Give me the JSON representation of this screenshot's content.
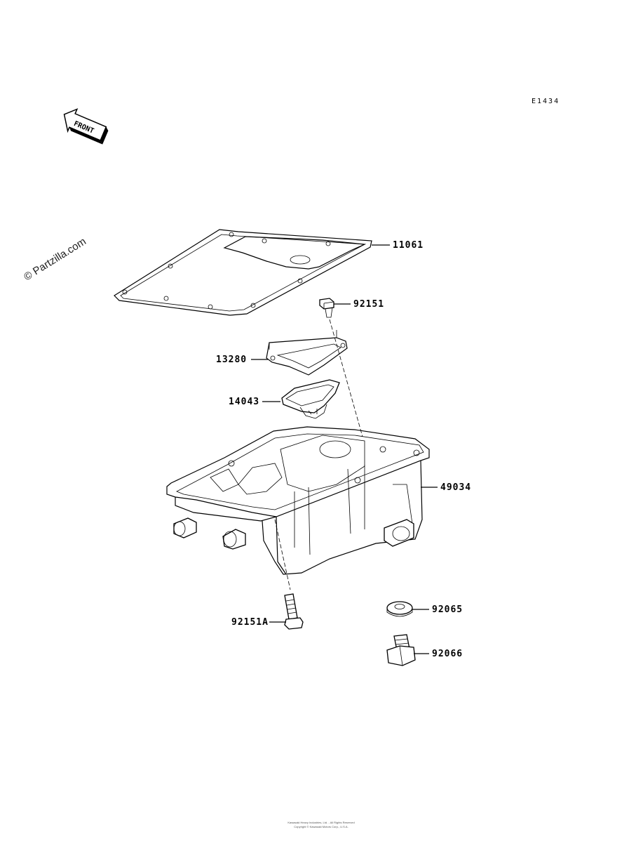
{
  "diagram_code": "E1434",
  "front_label": "FRONT",
  "watermark": "© Partzilla.com",
  "parts": [
    {
      "number": "11061"
    },
    {
      "number": "92151"
    },
    {
      "number": "13280"
    },
    {
      "number": "14043"
    },
    {
      "number": "49034"
    },
    {
      "number": "92065"
    },
    {
      "number": "92151A"
    },
    {
      "number": "92066"
    }
  ],
  "footer_line1": "Kawasaki Heavy Industries, Ltd. - All Rights Reserved",
  "footer_line2": "Copyright © Kawasaki Motors Corp., U.S.A."
}
